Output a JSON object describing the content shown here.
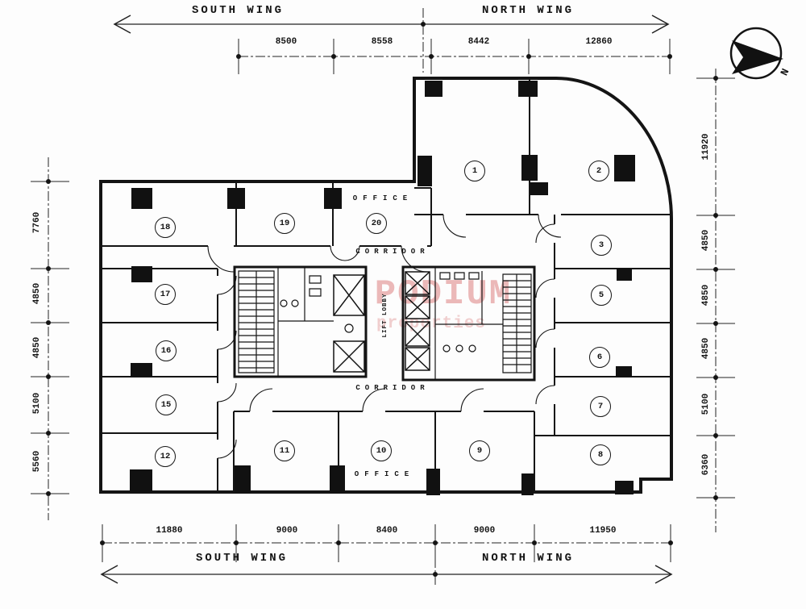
{
  "wings": {
    "south": "SOUTH WING",
    "north": "NORTH WING"
  },
  "compass_label": "N",
  "watermark": {
    "line1": "PODIUM",
    "line2": "properties"
  },
  "labels": {
    "office_top": "OFFICE",
    "office_bottom": "OFFICE",
    "corridor_top": "CORRIDOR",
    "corridor_bottom": "CORRIDOR",
    "lift_lobby": "LIFT LOBBY"
  },
  "dimensions": {
    "top": [
      "8500",
      "8558",
      "8442",
      "12860"
    ],
    "bottom": [
      "11880",
      "9000",
      "8400",
      "9000",
      "11950"
    ],
    "left": [
      "7760",
      "4850",
      "4850",
      "5100",
      "5560"
    ],
    "right": [
      "11920",
      "4850",
      "4850",
      "4850",
      "5100",
      "6360"
    ]
  },
  "rooms": [
    "1",
    "2",
    "3",
    "5",
    "6",
    "7",
    "8",
    "9",
    "10",
    "11",
    "12",
    "15",
    "16",
    "17",
    "18",
    "19",
    "20"
  ]
}
